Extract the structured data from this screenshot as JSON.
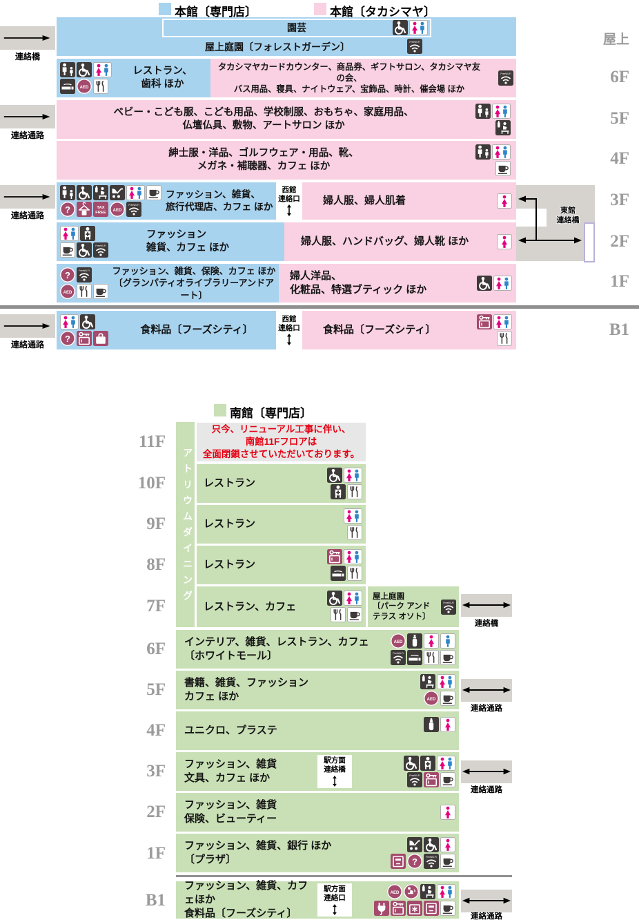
{
  "legend": {
    "main_specialty": "本館〔専門店〕",
    "main_takashimaya": "本館〔タカシマヤ〕",
    "south_specialty": "南館〔専門店〕"
  },
  "connections": {
    "bridge": "連絡橋",
    "passage": "連絡通路",
    "east_bridge": "東館\n連絡橋",
    "west_gate": "西館\n連絡口",
    "station_bridge": "駅方面\n連絡橋",
    "station_gate": "駅方面\n連絡口"
  },
  "main": {
    "labels": [
      "屋上",
      "6F",
      "5F",
      "4F",
      "3F",
      "2F",
      "1F",
      "B1"
    ],
    "roof": {
      "engei": "園芸",
      "garden": "屋上庭園〔フォレストガーデン〕"
    },
    "f6": {
      "left": "レストラン、\n歯科 ほか",
      "right": "タカシマヤカードカウンター、商品券、ギフトサロン、タカシマヤ友の会、\nバス用品、寝具、ナイトウェア、宝飾品、時計、催会場 ほか"
    },
    "f5": {
      "text": "ベビー・こども服、こども用品、学校制服、おもちゃ、家庭用品、\n仏壇仏具、敷物、アートサロン ほか"
    },
    "f4": {
      "text": "紳士服・洋品、ゴルフウェア・用品、靴、\nメガネ・補聴器、カフェ ほか"
    },
    "f3": {
      "left": "ファッション、雑貨、\n旅行代理店、カフェ ほか",
      "right": "婦人服、婦人肌着"
    },
    "f2": {
      "left": "ファッション\n雑貨、カフェ ほか",
      "right": "婦人服、ハンドバッグ、婦人靴 ほか"
    },
    "f1": {
      "left": "ファッション、雑貨、保険、カフェ ほか\n〔グランパティオライブラリーアンドアート〕",
      "right": "婦人洋品、\n化粧品、特選ブティック ほか"
    },
    "b1": {
      "left": "食料品〔フーズシティ〕",
      "right": "食料品〔フーズシティ〕"
    }
  },
  "south": {
    "labels": [
      "11F",
      "10F",
      "9F",
      "8F",
      "7F",
      "6F",
      "5F",
      "4F",
      "3F",
      "2F",
      "1F",
      "B1"
    ],
    "atrium": "アトリウムダイニング",
    "f11": {
      "notice": "只今、リニューアル工事に伴い、\n南館11Fフロアは\n全面閉鎖させていただいております。"
    },
    "f10": {
      "text": "レストラン"
    },
    "f9": {
      "text": "レストラン"
    },
    "f8": {
      "text": "レストラン"
    },
    "f7": {
      "text": "レストラン、カフェ",
      "garden": "屋上庭園\n〔パーク アンド\nテラス オソト〕"
    },
    "f6": {
      "text": "インテリア、雑貨、レストラン、カフェ\n〔ホワイトモール〕"
    },
    "f5": {
      "text": "書籍、雑貨、ファッション\nカフェ ほか"
    },
    "f4": {
      "text": "ユニクロ、プラステ"
    },
    "f3": {
      "text": "ファッション、雑貨\n文具、カフェ ほか"
    },
    "f2": {
      "text": "ファッション、雑貨\n保険、ビューティー"
    },
    "f1": {
      "text": "ファッション、雑貨、銀行 ほか\n〔プラザ〕"
    },
    "b1": {
      "text": "ファッション、雑貨、カフェほか\n食料品〔フーズシティ〕"
    }
  },
  "icons": {
    "main_roof_engei": [
      [
        "wheelchair",
        "toilet-mf"
      ]
    ],
    "main_roof_garden": [
      [
        "wifi"
      ]
    ],
    "main_f6_left": [
      [
        "parent-child",
        "wheelchair",
        "toilet-mf"
      ],
      [
        "smoking",
        "aed",
        "restaurant"
      ]
    ],
    "main_f6_right": [
      [
        "wifi"
      ]
    ],
    "main_f5": [
      [
        "parent-child",
        "toilet-mf"
      ],
      [
        "nursing"
      ]
    ],
    "main_f4": [
      [
        "parent-child",
        "toilet-mf"
      ],
      [
        "cafe"
      ]
    ],
    "main_f3_left": [
      [
        "parent-child",
        "wheelchair",
        "nursing",
        "stroller",
        "toilet-mf",
        "cafe"
      ],
      [
        "info",
        "cloak",
        "taxfree",
        "aed",
        "wifi"
      ]
    ],
    "main_f3_right": [
      [
        "female"
      ]
    ],
    "main_f2_left": [
      [
        "toilet-mf",
        "first-aid"
      ],
      [
        "cafe",
        "wheelchair",
        "wifi"
      ]
    ],
    "main_f2_right": [
      [
        "female"
      ]
    ],
    "main_f1_left": [
      [
        "info",
        "wifi"
      ],
      [
        "aed",
        "restaurant",
        "cafe"
      ]
    ],
    "main_f1_right": [
      [
        "wheelchair",
        "toilet-mf"
      ]
    ],
    "main_b1_left": [
      [
        "toilet-mf",
        "wheelchair"
      ],
      [
        "info",
        "locker-key",
        "suitcase"
      ]
    ],
    "main_b1_right": [
      [
        "locker-key",
        "toilet-mf"
      ],
      [
        "restaurant"
      ]
    ],
    "south_f10": [
      [
        "wheelchair",
        "toilet-mf"
      ],
      [
        "first-aid",
        "restaurant"
      ]
    ],
    "south_f9": [
      [
        "toilet-mf"
      ],
      [
        "restaurant"
      ]
    ],
    "south_f8": [
      [
        "locker-key",
        "toilet-mf"
      ],
      [
        "smoking",
        "restaurant"
      ]
    ],
    "south_f7": [
      [
        "wheelchair",
        "toilet-mf"
      ],
      [
        "restaurant",
        "cafe"
      ]
    ],
    "south_f7_garden": [
      [
        "wifi"
      ]
    ],
    "south_f6": [
      [
        "aed",
        "baby-bottle",
        "female",
        "male"
      ],
      [
        "wifi",
        "smoking",
        "restaurant",
        "cafe"
      ]
    ],
    "south_f5": [
      [
        "nursing",
        "toilet-mf"
      ],
      [
        "aed",
        "cafe"
      ]
    ],
    "south_f4": [
      [
        "baby-bottle",
        "female"
      ]
    ],
    "south_f3": [
      [
        "wheelchair",
        "first-aid",
        "toilet-mf"
      ],
      [
        "wifi",
        "locker-key",
        "cafe"
      ]
    ],
    "south_f2": [
      [
        "female"
      ]
    ],
    "south_f1": [
      [
        "stroller",
        "wheelchair",
        "female"
      ],
      [
        "atm",
        "info",
        "wifi",
        "cafe"
      ]
    ],
    "south_b1": [
      [
        "aed",
        "fountain",
        "nursing",
        "toilet-mf"
      ],
      [
        "plug",
        "locker-key",
        "locker-flower",
        "atm",
        "cafe"
      ]
    ]
  },
  "colors": {
    "main_specialty": "#a8d3ef",
    "main_takashimaya": "#f9d1e2",
    "south": "#c9e0b6",
    "icon_dark": "#3e3a39",
    "icon_accent": "#a44a6c",
    "toilet_pink": "#e4007f",
    "toilet_blue": "#2e86c9",
    "notice_red": "#e60012",
    "connector_bg": "#d6d3ce",
    "floor_label": "#9b9b9b"
  }
}
